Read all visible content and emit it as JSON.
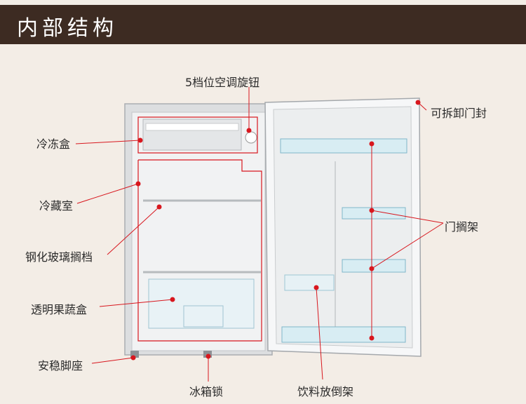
{
  "header": {
    "title": "内部结构"
  },
  "labels": {
    "knob": "5档位空调旋钮",
    "door_seal": "可拆卸门封",
    "freezer_box": "冷冻盒",
    "fridge_compartment": "冷藏室",
    "door_shelf": "门搁架",
    "glass_shelf": "钢化玻璃搁档",
    "crisper": "透明果蔬盒",
    "feet": "安稳脚座",
    "lock": "冰箱锁",
    "bottle_rack": "饮料放倒架"
  },
  "colors": {
    "header_bg": "#3d2b22",
    "background": "#f3ede6",
    "callout": "#d8171e"
  }
}
